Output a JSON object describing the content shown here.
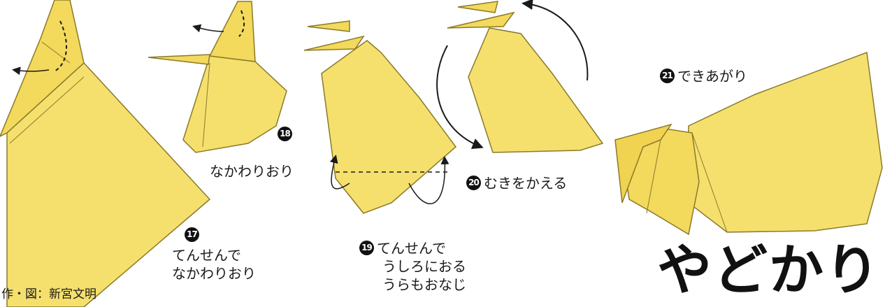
{
  "title": "やどかり",
  "credit": "作・図：新宮文明",
  "colors": {
    "paper": "#f5e06e",
    "paper_edge": "#8a7a2a",
    "text": "#1a1a1a",
    "badge_bg": "#111111",
    "badge_fg": "#ffffff"
  },
  "steps": [
    {
      "number": "17",
      "lines": [
        "てんせんで",
        "なかわりおり"
      ]
    },
    {
      "number": "18",
      "lines": [
        "なかわりおり"
      ]
    },
    {
      "number": "19",
      "lines": [
        "てんせんで",
        "うしろにおる",
        "うらもおなじ"
      ]
    },
    {
      "number": "20",
      "lines": [
        "むきをかえる"
      ]
    },
    {
      "number": "21",
      "lines": [
        "できあがり"
      ]
    }
  ]
}
